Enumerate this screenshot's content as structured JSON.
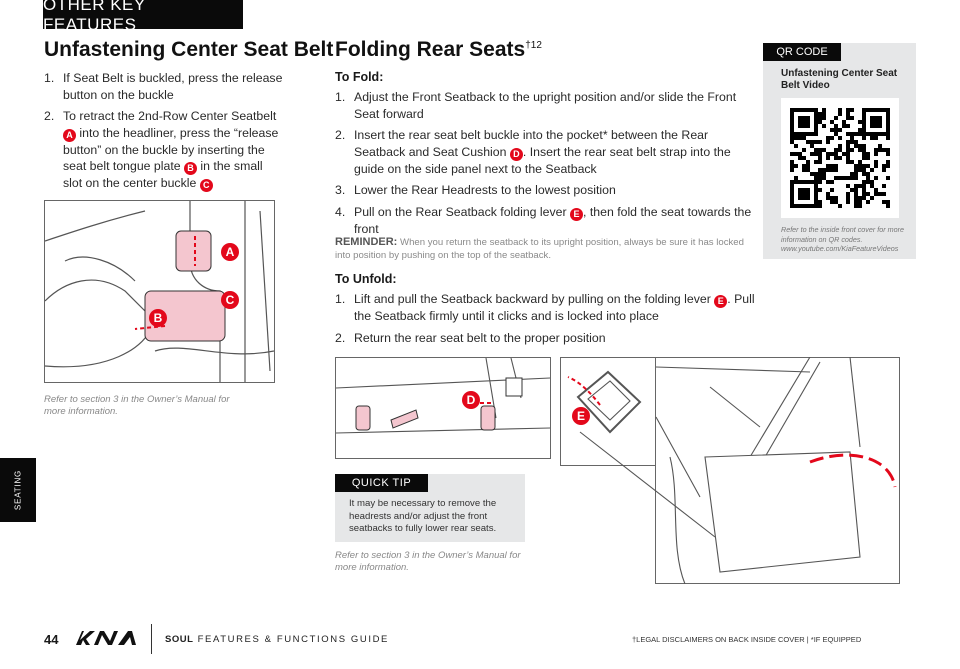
{
  "section_tab": "OTHER KEY FEATURES",
  "side_tab": "SEATING",
  "left": {
    "title": "Unfastening Center Seat Belt",
    "steps": [
      {
        "num": "1.",
        "parts": [
          "If Seat Belt is buckled, press the release button on the buckle"
        ]
      },
      {
        "num": "2.",
        "parts": [
          "To retract the 2nd-Row Center Seatbelt ",
          "A",
          " into the headliner, press the “release button” on the buckle by inserting the seat belt tongue plate ",
          "B",
          " in the small slot on the center buckle ",
          "C"
        ]
      }
    ],
    "callouts": [
      "A",
      "B",
      "C"
    ],
    "caption": "Refer to section 3 in the Owner’s Manual for more information."
  },
  "middle": {
    "title": "Folding Rear Seats",
    "title_sup": "†12",
    "fold_heading": "To Fold:",
    "fold_steps": [
      {
        "num": "1.",
        "parts": [
          "Adjust the Front Seatback to the upright position and/or slide the Front Seat forward"
        ]
      },
      {
        "num": "2.",
        "parts": [
          "Insert the rear seat belt buckle into the pocket* between the Rear Seatback and Seat Cushion ",
          "D",
          ". Insert the rear seat belt strap into the guide on the side panel next to the Seatback"
        ]
      },
      {
        "num": "3.",
        "parts": [
          "Lower the Rear Headrests to the lowest position"
        ]
      },
      {
        "num": "4.",
        "parts": [
          "Pull on the Rear Seatback folding lever ",
          "E",
          ", then fold the seat towards the front"
        ]
      }
    ],
    "reminder_label": "REMINDER:",
    "reminder_text": " When you return the seatback to its upright position, always be sure it has locked into position by pushing on the top of the seatback.",
    "unfold_heading": "To Unfold:",
    "unfold_steps": [
      {
        "num": "1.",
        "parts": [
          "Lift and pull the Seatback backward by pulling on the folding lever ",
          "E",
          ". Pull the Seatback firmly until it clicks and is locked into place"
        ]
      },
      {
        "num": "2.",
        "parts": [
          "Return the rear seat belt to the proper position"
        ]
      }
    ],
    "callouts": [
      "D",
      "E"
    ],
    "quick_tip": {
      "label": "QUICK TIP",
      "text": "It may be necessary to remove the headrests and/or adjust the front seatbacks to fully lower rear seats."
    },
    "caption": "Refer to section 3 in the Owner’s Manual for more information."
  },
  "qr": {
    "tag": "QR CODE",
    "title": "Unfastening Center Seat Belt Video",
    "note": "Refer to the inside front cover for more information on QR codes. www.youtube.com/KiaFeatureVideos"
  },
  "footer": {
    "page_number": "44",
    "logo": "KIA",
    "guide_brand": "SOUL",
    "guide_title": "FEATURES & FUNCTIONS GUIDE",
    "legal": "†LEGAL DISCLAIMERS ON BACK INSIDE COVER  |  *IF EQUIPPED"
  },
  "colors": {
    "accent": "#e3081b",
    "panel": "#e6e7e8",
    "tab": "#0a0a0a"
  }
}
